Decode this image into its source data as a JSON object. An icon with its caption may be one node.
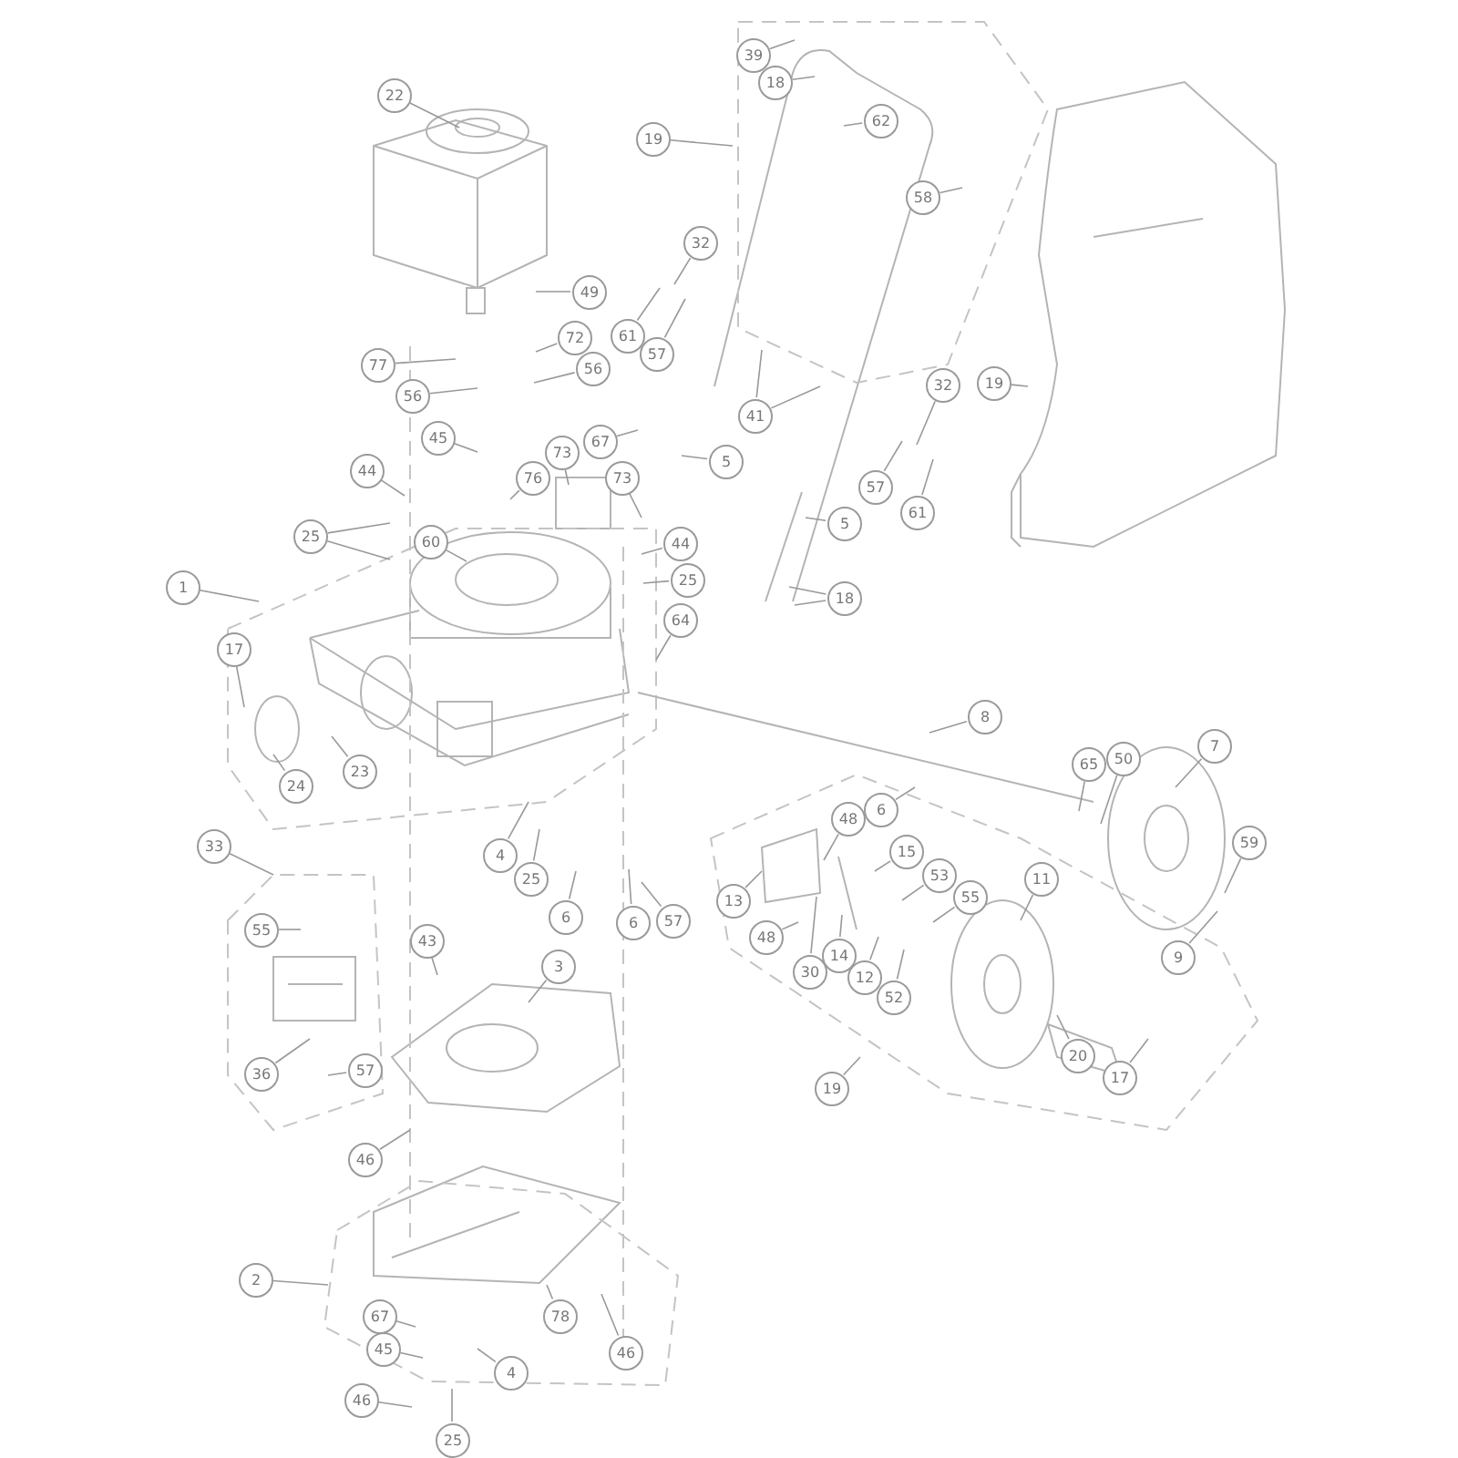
{
  "diagram": {
    "nodes": [
      {
        "text": [
          "22"
        ]
      },
      {
        "text": [
          "19"
        ]
      },
      {
        "text": [
          "39"
        ]
      },
      {
        "text": [
          "18"
        ]
      },
      {
        "text": [
          "62"
        ]
      },
      {
        "text": [
          "58"
        ]
      },
      {
        "text": [
          "32"
        ]
      },
      {
        "text": [
          "49"
        ]
      },
      {
        "text": [
          "61"
        ]
      },
      {
        "text": [
          "57"
        ]
      },
      {
        "text": [
          "72"
        ]
      },
      {
        "text": [
          "77"
        ]
      },
      {
        "text": [
          "56"
        ]
      },
      {
        "text": [
          "56"
        ]
      },
      {
        "text": [
          "19"
        ]
      },
      {
        "text": [
          "32"
        ]
      },
      {
        "text": [
          "41"
        ]
      },
      {
        "text": [
          "45"
        ]
      },
      {
        "text": [
          "5"
        ]
      },
      {
        "text": [
          "73"
        ]
      },
      {
        "text": [
          "67"
        ]
      },
      {
        "text": [
          "73"
        ]
      },
      {
        "text": [
          "44"
        ]
      },
      {
        "text": [
          "76"
        ]
      },
      {
        "text": [
          "57"
        ]
      },
      {
        "text": [
          "61"
        ]
      },
      {
        "text": [
          "5"
        ]
      },
      {
        "text": [
          "25"
        ]
      },
      {
        "text": [
          "60"
        ]
      },
      {
        "text": [
          "44"
        ]
      },
      {
        "text": [
          "1"
        ]
      },
      {
        "text": [
          "25"
        ]
      },
      {
        "text": [
          "18"
        ]
      },
      {
        "text": [
          "64"
        ]
      },
      {
        "text": [
          "17"
        ]
      },
      {
        "text": [
          "8"
        ]
      },
      {
        "text": [
          "23"
        ]
      },
      {
        "text": [
          "24"
        ]
      },
      {
        "text": [
          "65"
        ]
      },
      {
        "text": [
          "50"
        ]
      },
      {
        "text": [
          "7"
        ]
      },
      {
        "text": [
          "33"
        ]
      },
      {
        "text": [
          "6"
        ]
      },
      {
        "text": [
          "48"
        ]
      },
      {
        "text": [
          "4"
        ]
      },
      {
        "text": [
          "15"
        ]
      },
      {
        "text": [
          "53"
        ]
      },
      {
        "text": [
          "25"
        ]
      },
      {
        "text": [
          "55"
        ]
      },
      {
        "text": [
          "11"
        ]
      },
      {
        "text": [
          "13"
        ]
      },
      {
        "text": [
          "6"
        ]
      },
      {
        "text": [
          "6"
        ]
      },
      {
        "text": [
          "57"
        ]
      },
      {
        "text": [
          "48"
        ]
      },
      {
        "text": [
          "14"
        ]
      },
      {
        "text": [
          "30"
        ]
      },
      {
        "text": [
          "12"
        ]
      },
      {
        "text": [
          "52"
        ]
      },
      {
        "text": [
          "59"
        ]
      },
      {
        "text": [
          "9"
        ]
      },
      {
        "text": [
          "55"
        ]
      },
      {
        "text": [
          "43"
        ]
      },
      {
        "text": [
          "3"
        ]
      },
      {
        "text": [
          "20"
        ]
      },
      {
        "text": [
          "17"
        ]
      },
      {
        "text": [
          "36"
        ]
      },
      {
        "text": [
          "57"
        ]
      },
      {
        "text": [
          "19"
        ]
      },
      {
        "text": [
          "46"
        ]
      },
      {
        "text": [
          "2"
        ]
      },
      {
        "text": [
          "67"
        ]
      },
      {
        "text": [
          "78"
        ]
      },
      {
        "text": [
          "45"
        ]
      },
      {
        "text": [
          "4"
        ]
      },
      {
        "text": [
          "46"
        ]
      },
      {
        "text": [
          "46"
        ]
      },
      {
        "text": [
          "25"
        ]
      }
    ],
    "edges": [
      {
        "from": 0,
        "to": null,
        "arrow": "none"
      },
      {
        "from": 1,
        "to": null,
        "arrow": "none"
      },
      {
        "from": 2,
        "to": null,
        "arrow": "none"
      },
      {
        "from": 3,
        "to": null,
        "arrow": "none"
      },
      {
        "from": 4,
        "to": null,
        "arrow": "none"
      },
      {
        "from": 5,
        "to": null,
        "arrow": "none"
      },
      {
        "from": 6,
        "to": null,
        "arrow": "none"
      },
      {
        "from": 7,
        "to": null,
        "arrow": "none"
      },
      {
        "from": 8,
        "to": null,
        "arrow": "none"
      },
      {
        "from": 9,
        "to": null,
        "arrow": "none"
      },
      {
        "from": 10,
        "to": null,
        "arrow": "none"
      },
      {
        "from": 11,
        "to": null,
        "arrow": "none"
      },
      {
        "from": 12,
        "to": null,
        "arrow": "none"
      },
      {
        "from": 13,
        "to": null,
        "arrow": "none"
      },
      {
        "from": 14,
        "to": null,
        "arrow": "none"
      },
      {
        "from": 15,
        "to": null,
        "arrow": "none"
      },
      {
        "from": 16,
        "to": null,
        "arrow": "none"
      },
      {
        "from": 16,
        "to": null,
        "arrow": "none"
      },
      {
        "from": 17,
        "to": null,
        "arrow": "none"
      },
      {
        "from": 18,
        "to": null,
        "arrow": "none"
      },
      {
        "from": 19,
        "to": null,
        "arrow": "none"
      },
      {
        "from": 20,
        "to": null,
        "arrow": "none"
      },
      {
        "from": 21,
        "to": null,
        "arrow": "none"
      },
      {
        "from": 22,
        "to": null,
        "arrow": "none"
      },
      {
        "from": 23,
        "to": null,
        "arrow": "none"
      },
      {
        "from": 24,
        "to": null,
        "arrow": "none"
      },
      {
        "from": 25,
        "to": null,
        "arrow": "none"
      },
      {
        "from": 26,
        "to": null,
        "arrow": "none"
      },
      {
        "from": 27,
        "to": null,
        "arrow": "none"
      },
      {
        "from": 27,
        "to": null,
        "arrow": "none"
      },
      {
        "from": 28,
        "to": null,
        "arrow": "none"
      },
      {
        "from": 29,
        "to": null,
        "arrow": "none"
      },
      {
        "from": 30,
        "to": null,
        "arrow": "none"
      },
      {
        "from": 31,
        "to": null,
        "arrow": "none"
      },
      {
        "from": 32,
        "to": null,
        "arrow": "none"
      },
      {
        "from": 32,
        "to": null,
        "arrow": "none"
      },
      {
        "from": 33,
        "to": null,
        "arrow": "none"
      },
      {
        "from": 34,
        "to": null,
        "arrow": "none"
      },
      {
        "from": 35,
        "to": null,
        "arrow": "none"
      },
      {
        "from": 36,
        "to": null,
        "arrow": "none"
      },
      {
        "from": 37,
        "to": null,
        "arrow": "none"
      },
      {
        "from": 38,
        "to": null,
        "arrow": "none"
      },
      {
        "from": 39,
        "to": null,
        "arrow": "none"
      },
      {
        "from": 40,
        "to": null,
        "arrow": "none"
      },
      {
        "from": 41,
        "to": null,
        "arrow": "none"
      },
      {
        "from": 42,
        "to": null,
        "arrow": "none"
      },
      {
        "from": 43,
        "to": null,
        "arrow": "none"
      },
      {
        "from": 44,
        "to": null,
        "arrow": "none"
      },
      {
        "from": 45,
        "to": null,
        "arrow": "none"
      },
      {
        "from": 46,
        "to": null,
        "arrow": "none"
      },
      {
        "from": 47,
        "to": null,
        "arrow": "none"
      },
      {
        "from": 48,
        "to": null,
        "arrow": "none"
      },
      {
        "from": 49,
        "to": null,
        "arrow": "none"
      },
      {
        "from": 50,
        "to": null,
        "arrow": "none"
      },
      {
        "from": 51,
        "to": null,
        "arrow": "none"
      },
      {
        "from": 52,
        "to": null,
        "arrow": "none"
      },
      {
        "from": 53,
        "to": null,
        "arrow": "none"
      },
      {
        "from": 54,
        "to": null,
        "arrow": "none"
      },
      {
        "from": 55,
        "to": null,
        "arrow": "none"
      },
      {
        "from": 56,
        "to": null,
        "arrow": "none"
      },
      {
        "from": 57,
        "to": null,
        "arrow": "none"
      },
      {
        "from": 58,
        "to": null,
        "arrow": "none"
      },
      {
        "from": 59,
        "to": null,
        "arrow": "none"
      },
      {
        "from": 60,
        "to": null,
        "arrow": "none"
      },
      {
        "from": 61,
        "to": null,
        "arrow": "none"
      },
      {
        "from": 62,
        "to": null,
        "arrow": "none"
      },
      {
        "from": 63,
        "to": null,
        "arrow": "none"
      },
      {
        "from": 64,
        "to": null,
        "arrow": "none"
      },
      {
        "from": 65,
        "to": null,
        "arrow": "none"
      },
      {
        "from": 66,
        "to": null,
        "arrow": "none"
      },
      {
        "from": 67,
        "to": null,
        "arrow": "none"
      },
      {
        "from": 68,
        "to": null,
        "arrow": "none"
      },
      {
        "from": 69,
        "to": null,
        "arrow": "none"
      },
      {
        "from": 70,
        "to": null,
        "arrow": "none"
      },
      {
        "from": 71,
        "to": null,
        "arrow": "none"
      },
      {
        "from": 72,
        "to": null,
        "arrow": "none"
      },
      {
        "from": 73,
        "to": null,
        "arrow": "none"
      },
      {
        "from": 74,
        "to": null,
        "arrow": "none"
      },
      {
        "from": 75,
        "to": null,
        "arrow": "none"
      },
      {
        "from": 76,
        "to": null,
        "arrow": "none"
      },
      {
        "from": 77,
        "to": null,
        "arrow": "none"
      }
    ]
  }
}
